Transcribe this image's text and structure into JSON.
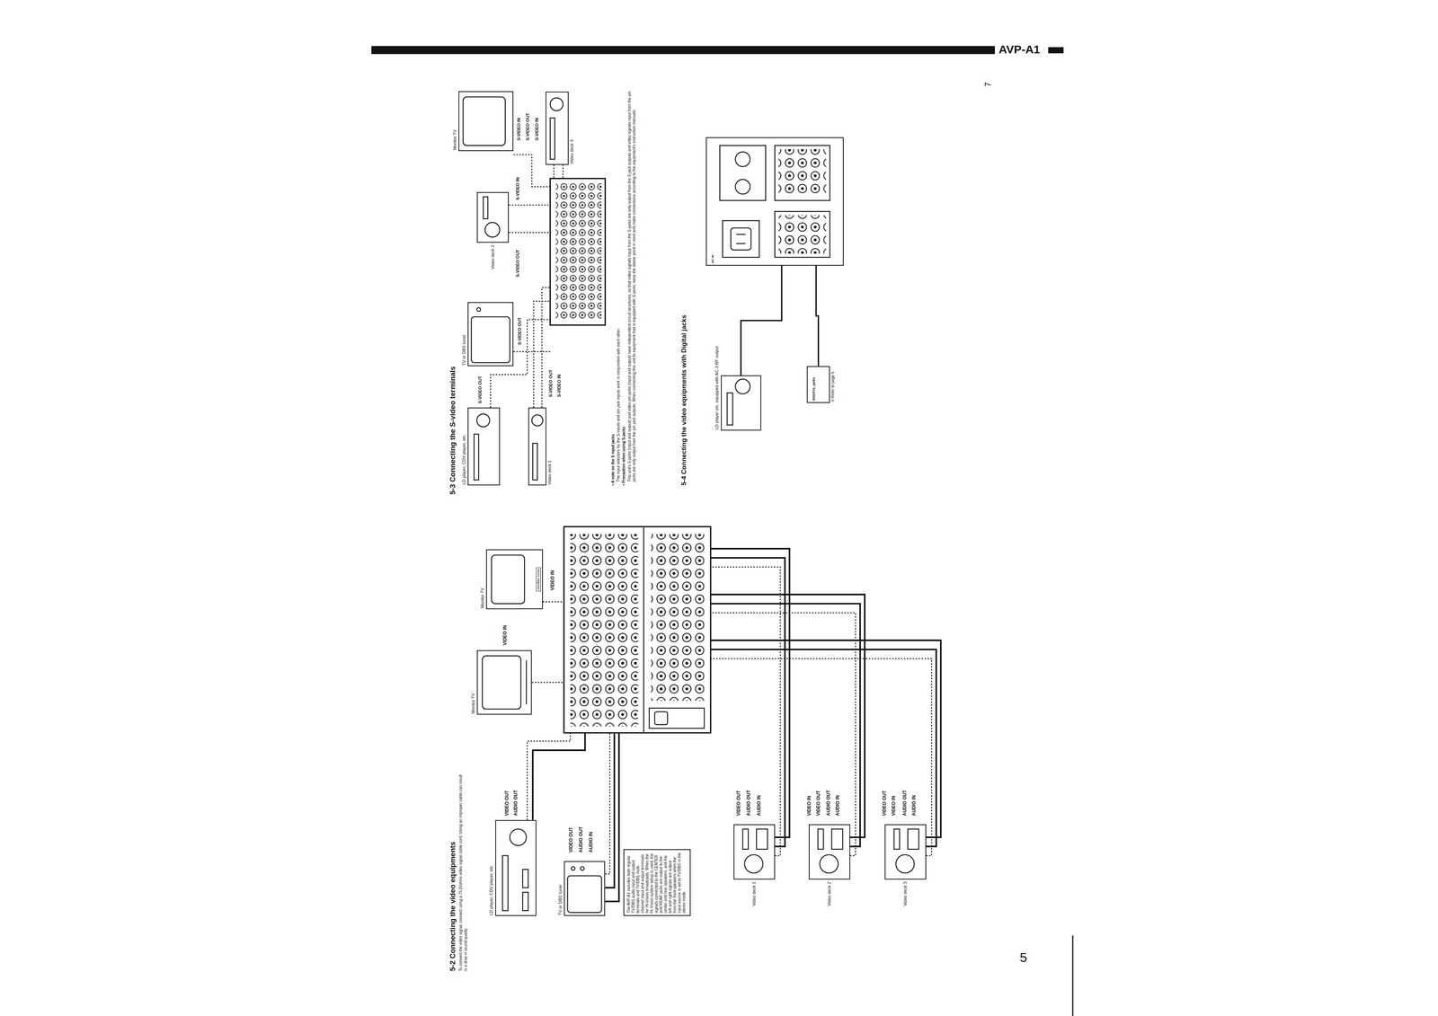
{
  "diagram": {
    "nodes": [
      {
        "text": [
          "LD player, CDV player, etc."
        ]
      },
      {
        "text": [
          "TV or DBS tuner"
        ]
      },
      {
        "text": [
          "The AVP-A1 includes both regular TV/DBS audio input and output terminals and TV/DBS multi-channel input and output terminals for Hi-Vision broadcasts. When the Hi-Vision system setup is used, the signals connected to the CENTER and REAR jacks are output to the center and rear speakers, and the left and right signals are output from the front speakers when the input source is set to TV/DBS in the stereo mode."
        ]
      },
      {
        "text": [
          "Video deck 1"
        ]
      },
      {
        "text": [
          "Video deck 2"
        ]
      },
      {
        "text": [
          "Video deck 3"
        ]
      },
      {
        "text": [
          "Monitor TV"
        ]
      },
      {
        "text": [
          "Monitor TV",
          "Another room"
        ]
      },
      {
        "text": [
          "LD player, CDV player, etc."
        ]
      },
      {
        "text": [
          "TV or DBS tuner"
        ]
      },
      {
        "text": [
          "Video deck 2"
        ]
      },
      {
        "text": [
          "Monitor TV"
        ]
      },
      {
        "text": [
          "Video deck 1"
        ]
      },
      {
        "text": [
          "Video deck 3"
        ]
      },
      {
        "text": [
          "LD player etc. equipped with AC-3 RF output"
        ]
      },
      {
        "text": [
          "AC IN"
        ]
      },
      {
        "text": [
          "DIGITAL jacks",
          "※ Refer to page 5"
        ]
      }
    ],
    "edges": [
      {
        "from": 14,
        "to": 15,
        "arrow": "none"
      },
      {
        "from": 16,
        "to": 15,
        "arrow": "none"
      }
    ],
    "labels": [
      "5-2 Connecting the video equipments",
      "To connect the video signal, connect using a 75 Ω/ohms video signal cable cord. Using an improper cable can result in a drop in sound quality.",
      "VIDEO OUT",
      "AUDIO OUT",
      "VIDEO IN",
      "VIDEO IN",
      "VIDEO OUT",
      "AUDIO OUT",
      "AUDIO IN",
      "VIDEO OUT",
      "AUDIO OUT",
      "AUDIO IN",
      "VIDEO IN",
      "VIDEO OUT",
      "AUDIO OUT",
      "AUDIO IN",
      "VIDEO OUT",
      "VIDEO IN",
      "AUDIO OUT",
      "AUDIO IN",
      "5-3 Connecting the S-video terminals",
      "S-VIDEO OUT",
      "S-VIDEO OUT",
      "S-VIDEO OUT",
      "S-VIDEO IN",
      "S-VIDEO IN",
      "S-VIDEO OUT",
      "S-VIDEO IN",
      "S-VIDEO OUT",
      "S-VIDEO IN",
      "• A note on the S input jacks",
      "The input selectors for the S-inputs and pin jack inputs work in conjunction with each other.",
      "• Precaution when using S-jacks",
      "This unit's S-jacks (input and output) and video pin jacks (input and output) have independent circuit structures, so that video signals input from the S-jacks are only output from the S-jack outputs and video signals input from the pin jacks are only output from the pin jack outputs. When connecting this unit to equipment that is equipped with S-jacks, keep the above point in mind and make connections according to the equipment's instruction manuals.",
      "5-4 Connecting the video equipments with Digital jacks",
      "AVP-A1",
      "5",
      "7"
    ]
  }
}
